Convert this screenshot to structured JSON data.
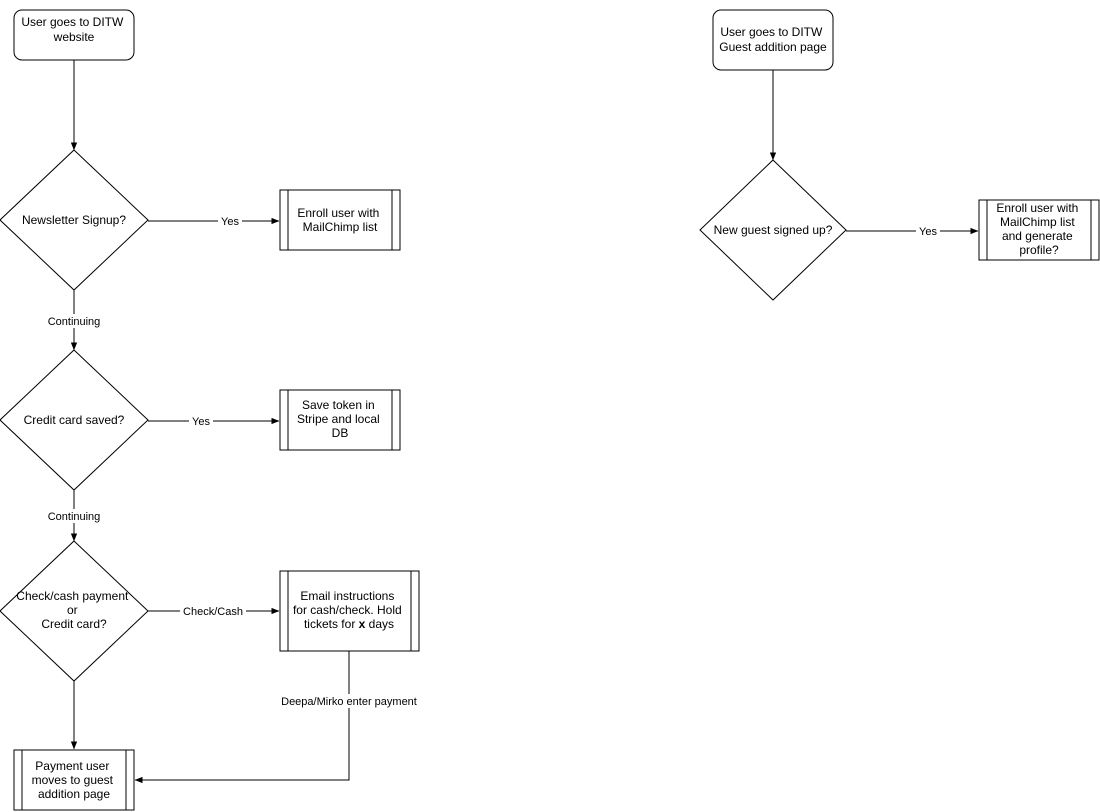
{
  "nodes": {
    "start_website": {
      "shape": "rounded-rect",
      "lines": [
        "User goes to DITW",
        "website"
      ]
    },
    "decision_newsletter": {
      "shape": "diamond",
      "lines": [
        "Newsletter Signup?"
      ]
    },
    "process_mailchimp": {
      "shape": "process",
      "lines": [
        "Enroll user with",
        "MailChimp list"
      ]
    },
    "decision_credit_saved": {
      "shape": "diamond",
      "lines": [
        "Credit card saved?"
      ]
    },
    "process_save_token": {
      "shape": "process",
      "lines": [
        "Save token in",
        "Stripe and local",
        "DB"
      ]
    },
    "decision_payment": {
      "shape": "diamond",
      "lines": [
        "Check/cash payment",
        "or",
        "Credit card?"
      ]
    },
    "process_email": {
      "shape": "process",
      "lines": [
        "Email instructions",
        "for cash/check. Hold"
      ],
      "last_line": {
        "before": "tickets for ",
        "bold": "x",
        "after": " days"
      }
    },
    "process_guest_page": {
      "shape": "process",
      "lines": [
        "Payment user",
        "moves to guest",
        "addition page"
      ]
    },
    "start_guest_page": {
      "shape": "rounded-rect",
      "lines": [
        "User goes to DITW",
        "Guest addition page"
      ]
    },
    "decision_new_guest": {
      "shape": "diamond",
      "lines": [
        "New guest signed up?"
      ]
    },
    "process_mailchimp_profile": {
      "shape": "process",
      "lines": [
        "Enroll user with",
        "MailChimp list",
        "and generate",
        "profile?"
      ]
    }
  },
  "edges": {
    "newsletter_yes": "Yes",
    "newsletter_continuing": "Continuing",
    "credit_yes": "Yes",
    "credit_continuing": "Continuing",
    "payment_check_cash": "Check/Cash",
    "deepa_mirko": "Deepa/Mirko enter payment",
    "guest_yes": "Yes"
  }
}
